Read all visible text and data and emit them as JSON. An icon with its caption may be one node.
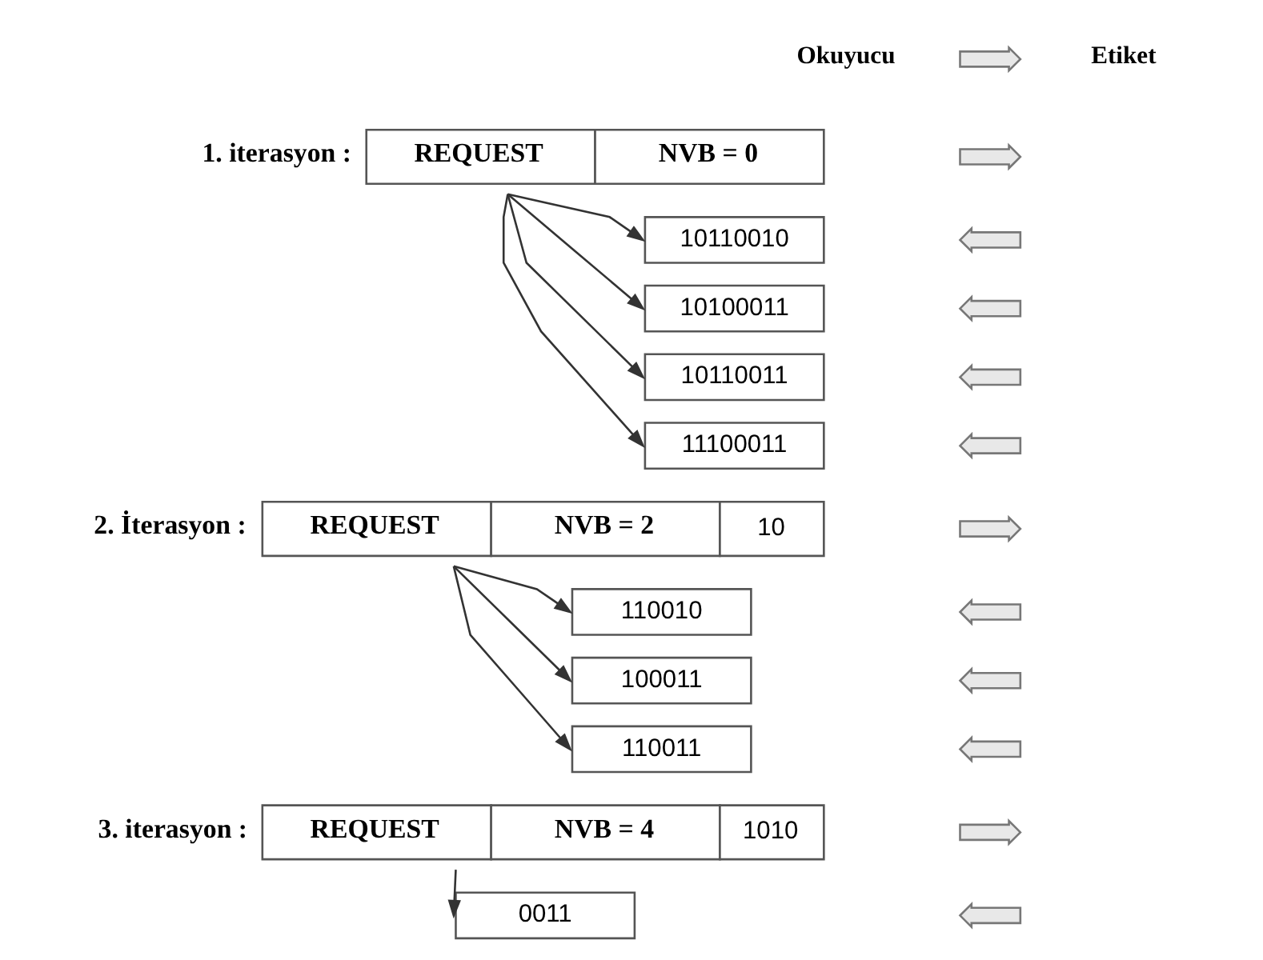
{
  "diagram": {
    "nodes": [
      {
        "text": [
          "REQUEST",
          "NVB = 0"
        ],
        "beside": [
          "1. iterasyon :"
        ]
      },
      {
        "text": [
          "10110010"
        ]
      },
      {
        "text": [
          "10100011"
        ]
      },
      {
        "text": [
          "10110011"
        ]
      },
      {
        "text": [
          "11100011"
        ]
      },
      {
        "text": [
          "REQUEST",
          "NVB = 2",
          "10"
        ],
        "beside": [
          "2. İterasyon :"
        ]
      },
      {
        "text": [
          "110010"
        ]
      },
      {
        "text": [
          "100011"
        ]
      },
      {
        "text": [
          "110011"
        ]
      },
      {
        "text": [
          "REQUEST",
          "NVB = 4",
          "1010"
        ],
        "beside": [
          "3. iterasyon :"
        ]
      },
      {
        "text": [
          "0011"
        ]
      },
      {
        "text": [],
        "shape": "arrow"
      },
      {
        "text": [],
        "shape": "arrow"
      },
      {
        "text": [],
        "shape": "arrow"
      },
      {
        "text": [],
        "shape": "arrow"
      },
      {
        "text": [],
        "shape": "arrow"
      },
      {
        "text": [],
        "shape": "arrow"
      },
      {
        "text": [],
        "shape": "arrow"
      },
      {
        "text": [],
        "shape": "arrow"
      },
      {
        "text": [],
        "shape": "arrow"
      },
      {
        "text": [],
        "shape": "arrow"
      },
      {
        "text": [],
        "shape": "arrow"
      },
      {
        "text": [],
        "shape": "arrow"
      }
    ],
    "edges": [
      {
        "from": 0,
        "to": 1,
        "arrow": "to"
      },
      {
        "from": 0,
        "to": 2,
        "arrow": "to"
      },
      {
        "from": 0,
        "to": 3,
        "arrow": "to"
      },
      {
        "from": 0,
        "to": 4,
        "arrow": "to"
      },
      {
        "from": 5,
        "to": 6,
        "arrow": "to"
      },
      {
        "from": 5,
        "to": 7,
        "arrow": "to"
      },
      {
        "from": 5,
        "to": 8,
        "arrow": "to"
      },
      {
        "from": 9,
        "to": 10,
        "arrow": "to"
      }
    ],
    "labels": [
      "Okuyucu",
      "Etiket"
    ]
  }
}
